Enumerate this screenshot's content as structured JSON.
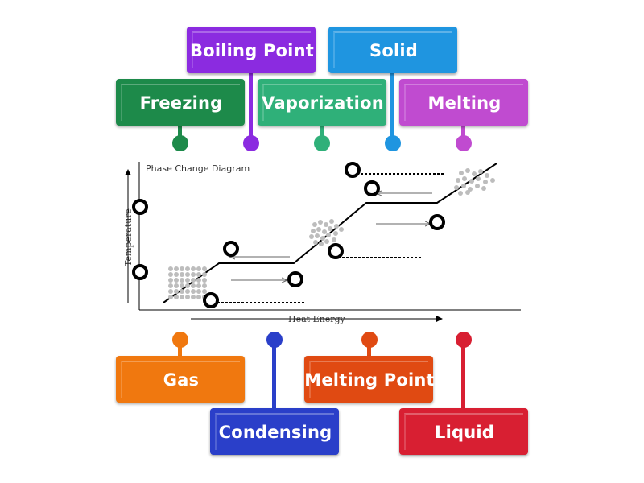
{
  "tiles": {
    "boiling_point": {
      "label": "Boiling Point",
      "color": "#8b2be0"
    },
    "solid": {
      "label": "Solid",
      "color": "#1f95e0"
    },
    "freezing": {
      "label": "Freezing",
      "color": "#1d8a4a"
    },
    "vaporization": {
      "label": "Vaporization",
      "color": "#2fb079"
    },
    "melting": {
      "label": "Melting",
      "color": "#c04bd0"
    },
    "gas": {
      "label": "Gas",
      "color": "#f0780f"
    },
    "condensing": {
      "label": "Condensing",
      "color": "#2a3fc9"
    },
    "melting_point": {
      "label": "Melting Point",
      "color": "#e04a12"
    },
    "liquid": {
      "label": "Liquid",
      "color": "#d81f32"
    }
  },
  "diagram": {
    "title": "Phase Change Diagram",
    "ylabel": "Temperature",
    "xlabel": "Heat Energy"
  }
}
